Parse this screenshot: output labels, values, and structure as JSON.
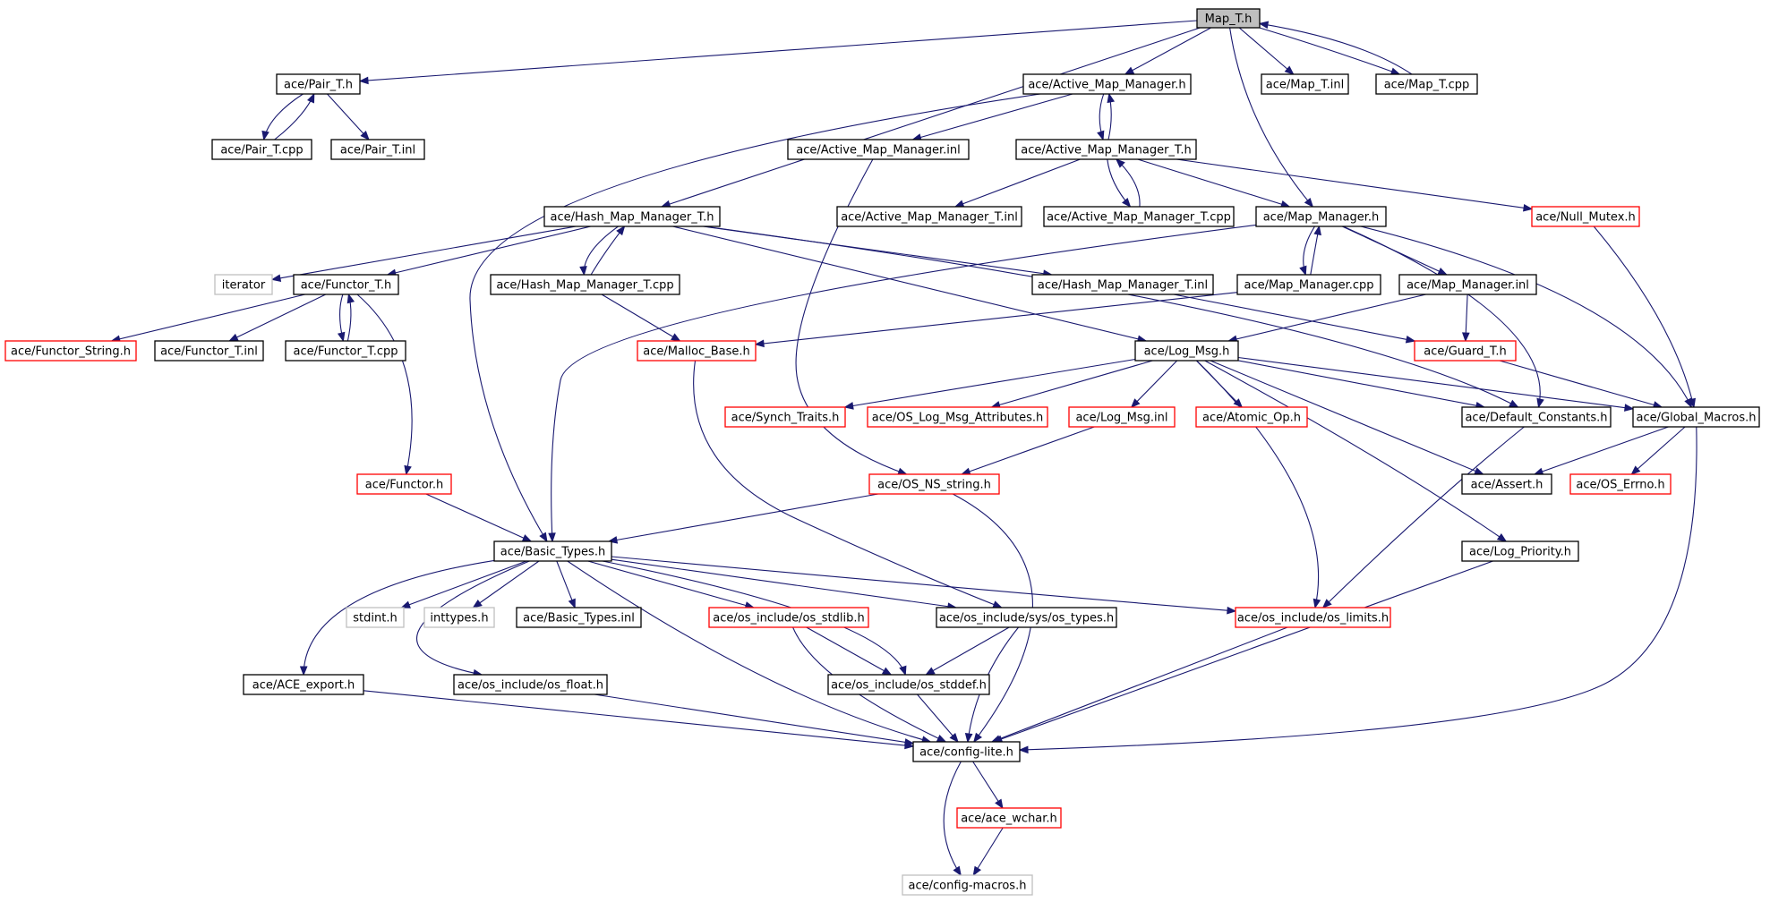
{
  "graph": {
    "root": "Map_T.h",
    "style": {
      "edge_color": "#191970",
      "border_default": "#000000",
      "border_truncated": "#ff0000",
      "border_external": "#bfbfbf",
      "root_fill": "#bfbfbf"
    },
    "nodes": [
      {
        "id": "map_t_h",
        "label": "Map_T.h",
        "kind": "root"
      },
      {
        "id": "pair_t_h",
        "label": "ace/Pair_T.h",
        "kind": "normal"
      },
      {
        "id": "active_map_manager_h",
        "label": "ace/Active_Map_Manager.h",
        "kind": "normal"
      },
      {
        "id": "map_t_inl",
        "label": "ace/Map_T.inl",
        "kind": "normal"
      },
      {
        "id": "map_t_cpp",
        "label": "ace/Map_T.cpp",
        "kind": "normal"
      },
      {
        "id": "pair_t_cpp",
        "label": "ace/Pair_T.cpp",
        "kind": "normal"
      },
      {
        "id": "pair_t_inl",
        "label": "ace/Pair_T.inl",
        "kind": "normal"
      },
      {
        "id": "active_map_manager_inl",
        "label": "ace/Active_Map_Manager.inl",
        "kind": "normal"
      },
      {
        "id": "active_map_manager_t_h",
        "label": "ace/Active_Map_Manager_T.h",
        "kind": "normal"
      },
      {
        "id": "hash_map_manager_t_h",
        "label": "ace/Hash_Map_Manager_T.h",
        "kind": "normal"
      },
      {
        "id": "active_map_manager_t_inl",
        "label": "ace/Active_Map_Manager_T.inl",
        "kind": "normal"
      },
      {
        "id": "active_map_manager_t_cpp",
        "label": "ace/Active_Map_Manager_T.cpp",
        "kind": "normal"
      },
      {
        "id": "map_manager_h",
        "label": "ace/Map_Manager.h",
        "kind": "normal"
      },
      {
        "id": "null_mutex_h",
        "label": "ace/Null_Mutex.h",
        "kind": "truncated"
      },
      {
        "id": "iterator",
        "label": "iterator",
        "kind": "external"
      },
      {
        "id": "functor_t_h",
        "label": "ace/Functor_T.h",
        "kind": "normal"
      },
      {
        "id": "hash_map_manager_t_cpp",
        "label": "ace/Hash_Map_Manager_T.cpp",
        "kind": "normal"
      },
      {
        "id": "hash_map_manager_t_inl",
        "label": "ace/Hash_Map_Manager_T.inl",
        "kind": "normal"
      },
      {
        "id": "map_manager_cpp",
        "label": "ace/Map_Manager.cpp",
        "kind": "normal"
      },
      {
        "id": "map_manager_inl",
        "label": "ace/Map_Manager.inl",
        "kind": "normal"
      },
      {
        "id": "functor_string_h",
        "label": "ace/Functor_String.h",
        "kind": "truncated"
      },
      {
        "id": "functor_t_inl",
        "label": "ace/Functor_T.inl",
        "kind": "normal"
      },
      {
        "id": "functor_t_cpp",
        "label": "ace/Functor_T.cpp",
        "kind": "normal"
      },
      {
        "id": "malloc_base_h",
        "label": "ace/Malloc_Base.h",
        "kind": "truncated"
      },
      {
        "id": "log_msg_h",
        "label": "ace/Log_Msg.h",
        "kind": "normal"
      },
      {
        "id": "guard_t_h",
        "label": "ace/Guard_T.h",
        "kind": "truncated"
      },
      {
        "id": "synch_traits_h",
        "label": "ace/Synch_Traits.h",
        "kind": "truncated"
      },
      {
        "id": "os_log_msg_attributes_h",
        "label": "ace/OS_Log_Msg_Attributes.h",
        "kind": "truncated"
      },
      {
        "id": "log_msg_inl",
        "label": "ace/Log_Msg.inl",
        "kind": "truncated"
      },
      {
        "id": "atomic_op_h",
        "label": "ace/Atomic_Op.h",
        "kind": "truncated"
      },
      {
        "id": "default_constants_h",
        "label": "ace/Default_Constants.h",
        "kind": "normal"
      },
      {
        "id": "global_macros_h",
        "label": "ace/Global_Macros.h",
        "kind": "normal"
      },
      {
        "id": "functor_h",
        "label": "ace/Functor.h",
        "kind": "truncated"
      },
      {
        "id": "os_ns_string_h",
        "label": "ace/OS_NS_string.h",
        "kind": "truncated"
      },
      {
        "id": "assert_h",
        "label": "ace/Assert.h",
        "kind": "normal"
      },
      {
        "id": "os_errno_h",
        "label": "ace/OS_Errno.h",
        "kind": "truncated"
      },
      {
        "id": "basic_types_h",
        "label": "ace/Basic_Types.h",
        "kind": "normal"
      },
      {
        "id": "log_priority_h",
        "label": "ace/Log_Priority.h",
        "kind": "normal"
      },
      {
        "id": "stdint_h",
        "label": "stdint.h",
        "kind": "external"
      },
      {
        "id": "inttypes_h",
        "label": "inttypes.h",
        "kind": "external"
      },
      {
        "id": "basic_types_inl",
        "label": "ace/Basic_Types.inl",
        "kind": "normal"
      },
      {
        "id": "os_stdlib_h",
        "label": "ace/os_include/os_stdlib.h",
        "kind": "truncated"
      },
      {
        "id": "os_types_h",
        "label": "ace/os_include/sys/os_types.h",
        "kind": "normal"
      },
      {
        "id": "os_limits_h",
        "label": "ace/os_include/os_limits.h",
        "kind": "truncated"
      },
      {
        "id": "ace_export_h",
        "label": "ace/ACE_export.h",
        "kind": "normal"
      },
      {
        "id": "os_float_h",
        "label": "ace/os_include/os_float.h",
        "kind": "normal"
      },
      {
        "id": "os_stddef_h",
        "label": "ace/os_include/os_stddef.h",
        "kind": "normal"
      },
      {
        "id": "config_lite_h",
        "label": "ace/config-lite.h",
        "kind": "normal"
      },
      {
        "id": "ace_wchar_h",
        "label": "ace/ace_wchar.h",
        "kind": "truncated"
      },
      {
        "id": "config_macros_h",
        "label": "ace/config-macros.h",
        "kind": "external"
      }
    ],
    "edges": [
      [
        "map_t_h",
        "pair_t_h"
      ],
      [
        "map_t_h",
        "active_map_manager_h"
      ],
      [
        "map_t_h",
        "map_t_inl"
      ],
      [
        "map_t_h",
        "map_t_cpp"
      ],
      [
        "map_t_cpp",
        "map_t_h"
      ],
      [
        "map_t_h",
        "hash_map_manager_t_h"
      ],
      [
        "map_t_h",
        "map_manager_h"
      ],
      [
        "pair_t_h",
        "pair_t_cpp"
      ],
      [
        "pair_t_cpp",
        "pair_t_h"
      ],
      [
        "pair_t_h",
        "pair_t_inl"
      ],
      [
        "active_map_manager_h",
        "basic_types_h"
      ],
      [
        "active_map_manager_h",
        "active_map_manager_inl"
      ],
      [
        "active_map_manager_h",
        "active_map_manager_t_h"
      ],
      [
        "active_map_manager_t_h",
        "active_map_manager_h"
      ],
      [
        "active_map_manager_inl",
        "os_ns_string_h"
      ],
      [
        "active_map_manager_t_h",
        "active_map_manager_t_inl"
      ],
      [
        "active_map_manager_t_h",
        "active_map_manager_t_cpp"
      ],
      [
        "active_map_manager_t_cpp",
        "active_map_manager_t_h"
      ],
      [
        "active_map_manager_t_h",
        "map_manager_h"
      ],
      [
        "active_map_manager_t_h",
        "null_mutex_h"
      ],
      [
        "hash_map_manager_t_h",
        "iterator"
      ],
      [
        "hash_map_manager_t_h",
        "functor_t_h"
      ],
      [
        "hash_map_manager_t_h",
        "hash_map_manager_t_cpp"
      ],
      [
        "hash_map_manager_t_cpp",
        "hash_map_manager_t_h"
      ],
      [
        "hash_map_manager_t_h",
        "hash_map_manager_t_inl"
      ],
      [
        "hash_map_manager_t_h",
        "log_msg_h"
      ],
      [
        "hash_map_manager_t_h",
        "default_constants_h"
      ],
      [
        "hash_map_manager_t_inl",
        "guard_t_h"
      ],
      [
        "hash_map_manager_t_cpp",
        "malloc_base_h"
      ],
      [
        "map_manager_h",
        "basic_types_h"
      ],
      [
        "map_manager_h",
        "map_manager_cpp"
      ],
      [
        "map_manager_cpp",
        "map_manager_h"
      ],
      [
        "map_manager_cpp",
        "malloc_base_h"
      ],
      [
        "map_manager_h",
        "map_manager_inl"
      ],
      [
        "map_manager_h",
        "default_constants_h"
      ],
      [
        "map_manager_h",
        "global_macros_h"
      ],
      [
        "map_manager_inl",
        "log_msg_h"
      ],
      [
        "map_manager_inl",
        "guard_t_h"
      ],
      [
        "null_mutex_h",
        "global_macros_h"
      ],
      [
        "functor_t_h",
        "functor_string_h"
      ],
      [
        "functor_t_h",
        "functor_t_inl"
      ],
      [
        "functor_t_h",
        "functor_t_cpp"
      ],
      [
        "functor_t_cpp",
        "functor_t_h"
      ],
      [
        "functor_t_h",
        "functor_h"
      ],
      [
        "malloc_base_h",
        "os_types_h"
      ],
      [
        "log_msg_h",
        "synch_traits_h"
      ],
      [
        "log_msg_h",
        "os_log_msg_attributes_h"
      ],
      [
        "log_msg_h",
        "log_msg_inl"
      ],
      [
        "log_msg_h",
        "atomic_op_h"
      ],
      [
        "log_msg_h",
        "default_constants_h"
      ],
      [
        "log_msg_h",
        "global_macros_h"
      ],
      [
        "log_msg_h",
        "assert_h"
      ],
      [
        "log_msg_h",
        "log_priority_h"
      ],
      [
        "log_msg_h",
        "os_limits_h"
      ],
      [
        "guard_t_h",
        "global_macros_h"
      ],
      [
        "log_msg_inl",
        "os_ns_string_h"
      ],
      [
        "default_constants_h",
        "os_limits_h"
      ],
      [
        "global_macros_h",
        "assert_h"
      ],
      [
        "global_macros_h",
        "os_errno_h"
      ],
      [
        "global_macros_h",
        "config_lite_h"
      ],
      [
        "functor_h",
        "basic_types_h"
      ],
      [
        "os_ns_string_h",
        "basic_types_h"
      ],
      [
        "os_ns_string_h",
        "config_lite_h"
      ],
      [
        "basic_types_h",
        "stdint_h"
      ],
      [
        "basic_types_h",
        "inttypes_h"
      ],
      [
        "basic_types_h",
        "basic_types_inl"
      ],
      [
        "basic_types_h",
        "os_stdlib_h"
      ],
      [
        "basic_types_h",
        "os_types_h"
      ],
      [
        "basic_types_h",
        "os_limits_h"
      ],
      [
        "basic_types_h",
        "ace_export_h"
      ],
      [
        "basic_types_h",
        "os_float_h"
      ],
      [
        "basic_types_h",
        "os_stddef_h"
      ],
      [
        "basic_types_h",
        "config_lite_h"
      ],
      [
        "log_priority_h",
        "config_lite_h"
      ],
      [
        "os_stdlib_h",
        "os_stddef_h"
      ],
      [
        "os_stdlib_h",
        "config_lite_h"
      ],
      [
        "os_types_h",
        "os_stddef_h"
      ],
      [
        "os_types_h",
        "config_lite_h"
      ],
      [
        "os_limits_h",
        "config_lite_h"
      ],
      [
        "ace_export_h",
        "config_lite_h"
      ],
      [
        "os_float_h",
        "config_lite_h"
      ],
      [
        "os_stddef_h",
        "config_lite_h"
      ],
      [
        "config_lite_h",
        "ace_wchar_h"
      ],
      [
        "config_lite_h",
        "config_macros_h"
      ],
      [
        "ace_wchar_h",
        "config_macros_h"
      ]
    ]
  }
}
